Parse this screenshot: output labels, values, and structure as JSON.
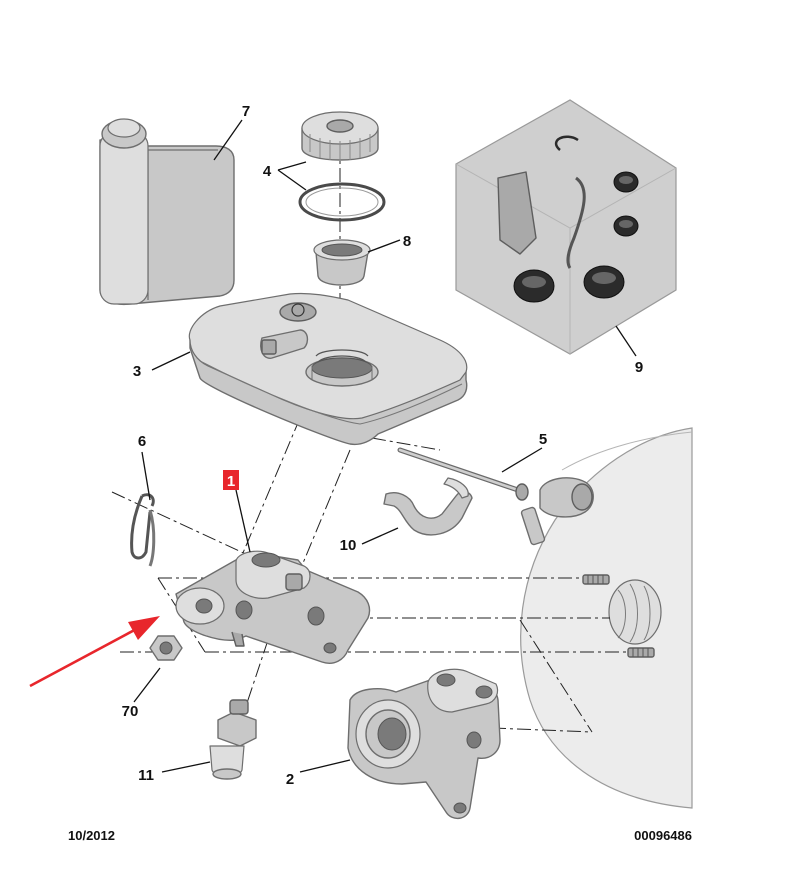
{
  "diagram": {
    "footer_left": "10/2012",
    "footer_right": "00096486",
    "highlight_color": "#e8262c",
    "arrow_color": "#e8262c",
    "callouts": [
      {
        "id": "c1",
        "label": "1",
        "highlighted": true
      },
      {
        "id": "c2",
        "label": "2"
      },
      {
        "id": "c3",
        "label": "3"
      },
      {
        "id": "c4",
        "label": "4"
      },
      {
        "id": "c5",
        "label": "5"
      },
      {
        "id": "c6",
        "label": "6"
      },
      {
        "id": "c7",
        "label": "7"
      },
      {
        "id": "c8",
        "label": "8"
      },
      {
        "id": "c9",
        "label": "9"
      },
      {
        "id": "c10",
        "label": "10"
      },
      {
        "id": "c11",
        "label": "11"
      },
      {
        "id": "c70",
        "label": "70"
      }
    ]
  }
}
